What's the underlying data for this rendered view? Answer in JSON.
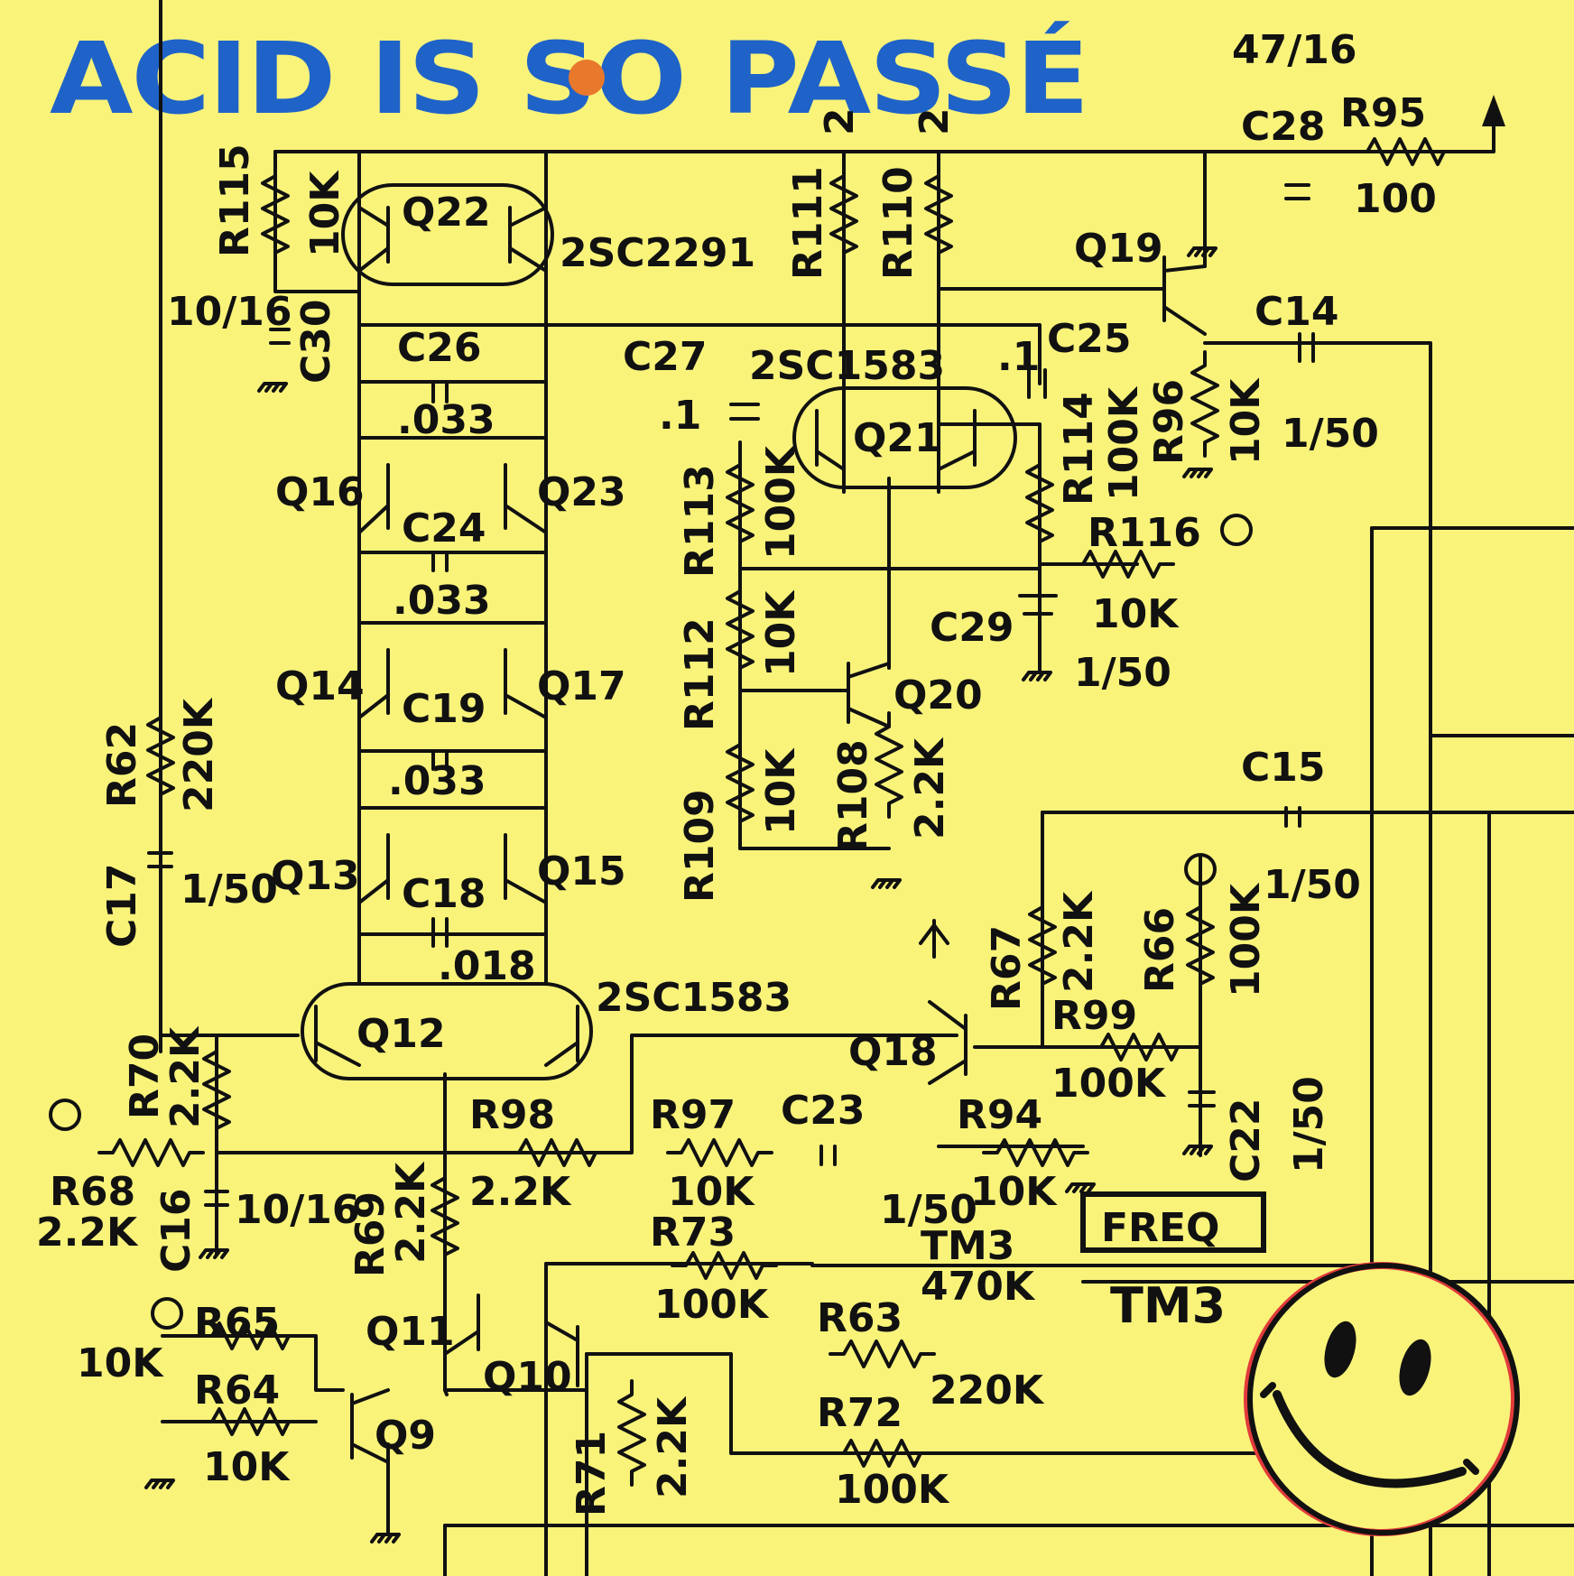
{
  "title": "ACID IS SO PASSÉ",
  "colors": {
    "background": "#f9f37a",
    "title": "#1f63c8",
    "title_dot": "#e8782c",
    "ink": "#111111",
    "smiley_fill": "#f9f37a"
  },
  "labels": {
    "r115": "R115",
    "r115v": "10K",
    "c30v": "10/16",
    "c30": "C30",
    "q22": "Q22",
    "q22t": "2SC2291",
    "c26": "C26",
    "c26v": ".033",
    "c27": "C27",
    "c27v": ".1",
    "q16": "Q16",
    "q23": "Q23",
    "c24": "C24",
    "c24v": ".033",
    "q14": "Q14",
    "q17": "Q17",
    "c19": "C19",
    "c19v": ".033",
    "q13": "Q13",
    "q15": "Q15",
    "c18": "C18",
    "c18v": ".018",
    "r62": "R62",
    "r62v": "220K",
    "c17": "C17",
    "c17v": "1/50",
    "q12": "Q12",
    "q12t": "2SC1583",
    "r70": "R70",
    "r70v": "2.2K",
    "r68": "R68",
    "r68v": "2.2K",
    "c16": "C16",
    "c16v": "10/16",
    "r98": "R98",
    "r98v": "2.2K",
    "r69": "R69",
    "r69v": "2.2K",
    "r97": "R97",
    "r97v": "10K",
    "c23": "C23",
    "c23v": "1/50",
    "r94": "R94",
    "r94v": "10K",
    "freq": "FREQ",
    "r73": "R73",
    "r73v": "100K",
    "tm3": "TM3",
    "tm3v": "470K",
    "tm3b": "TM3",
    "r65": "R65",
    "r65v": "10K",
    "r64": "R64",
    "r64v": "10K",
    "q11": "Q11",
    "q10": "Q10",
    "q9": "Q9",
    "r63": "R63",
    "r63v": "220K",
    "r72": "R72",
    "r72v": "100K",
    "r71": "R71",
    "r71v": "2.2K",
    "r111": "R111",
    "r110": "R110",
    "n2a": "2",
    "n2b": "2",
    "q21": "Q21",
    "q21t": "2SC1583",
    "c25": "C25",
    "c25v": ".1",
    "r113": "R113",
    "r113v": "100K",
    "r112": "R112",
    "r112v": "10K",
    "r109": "R109",
    "r109v": "10K",
    "r108": "R108",
    "r108v": "2.2K",
    "q20": "Q20",
    "r114": "R114",
    "r114v": "100K",
    "r116": "R116",
    "r116v": "10K",
    "c29": "C29",
    "c29v": "1/50",
    "q19": "Q19",
    "r96": "R96",
    "r96v": "10K",
    "c28v": "47/16",
    "c28": "C28",
    "r95": "R95",
    "r95v": "100",
    "c14": "C14",
    "c14v": "1/50",
    "c15": "C15",
    "c15v": "1/50",
    "r67": "R67",
    "r67v": "2.2K",
    "r66": "R66",
    "r66v": "100K",
    "q18": "Q18",
    "r99": "R99",
    "r99v": "100K",
    "c22": "C22",
    "c22v": "1/50"
  }
}
